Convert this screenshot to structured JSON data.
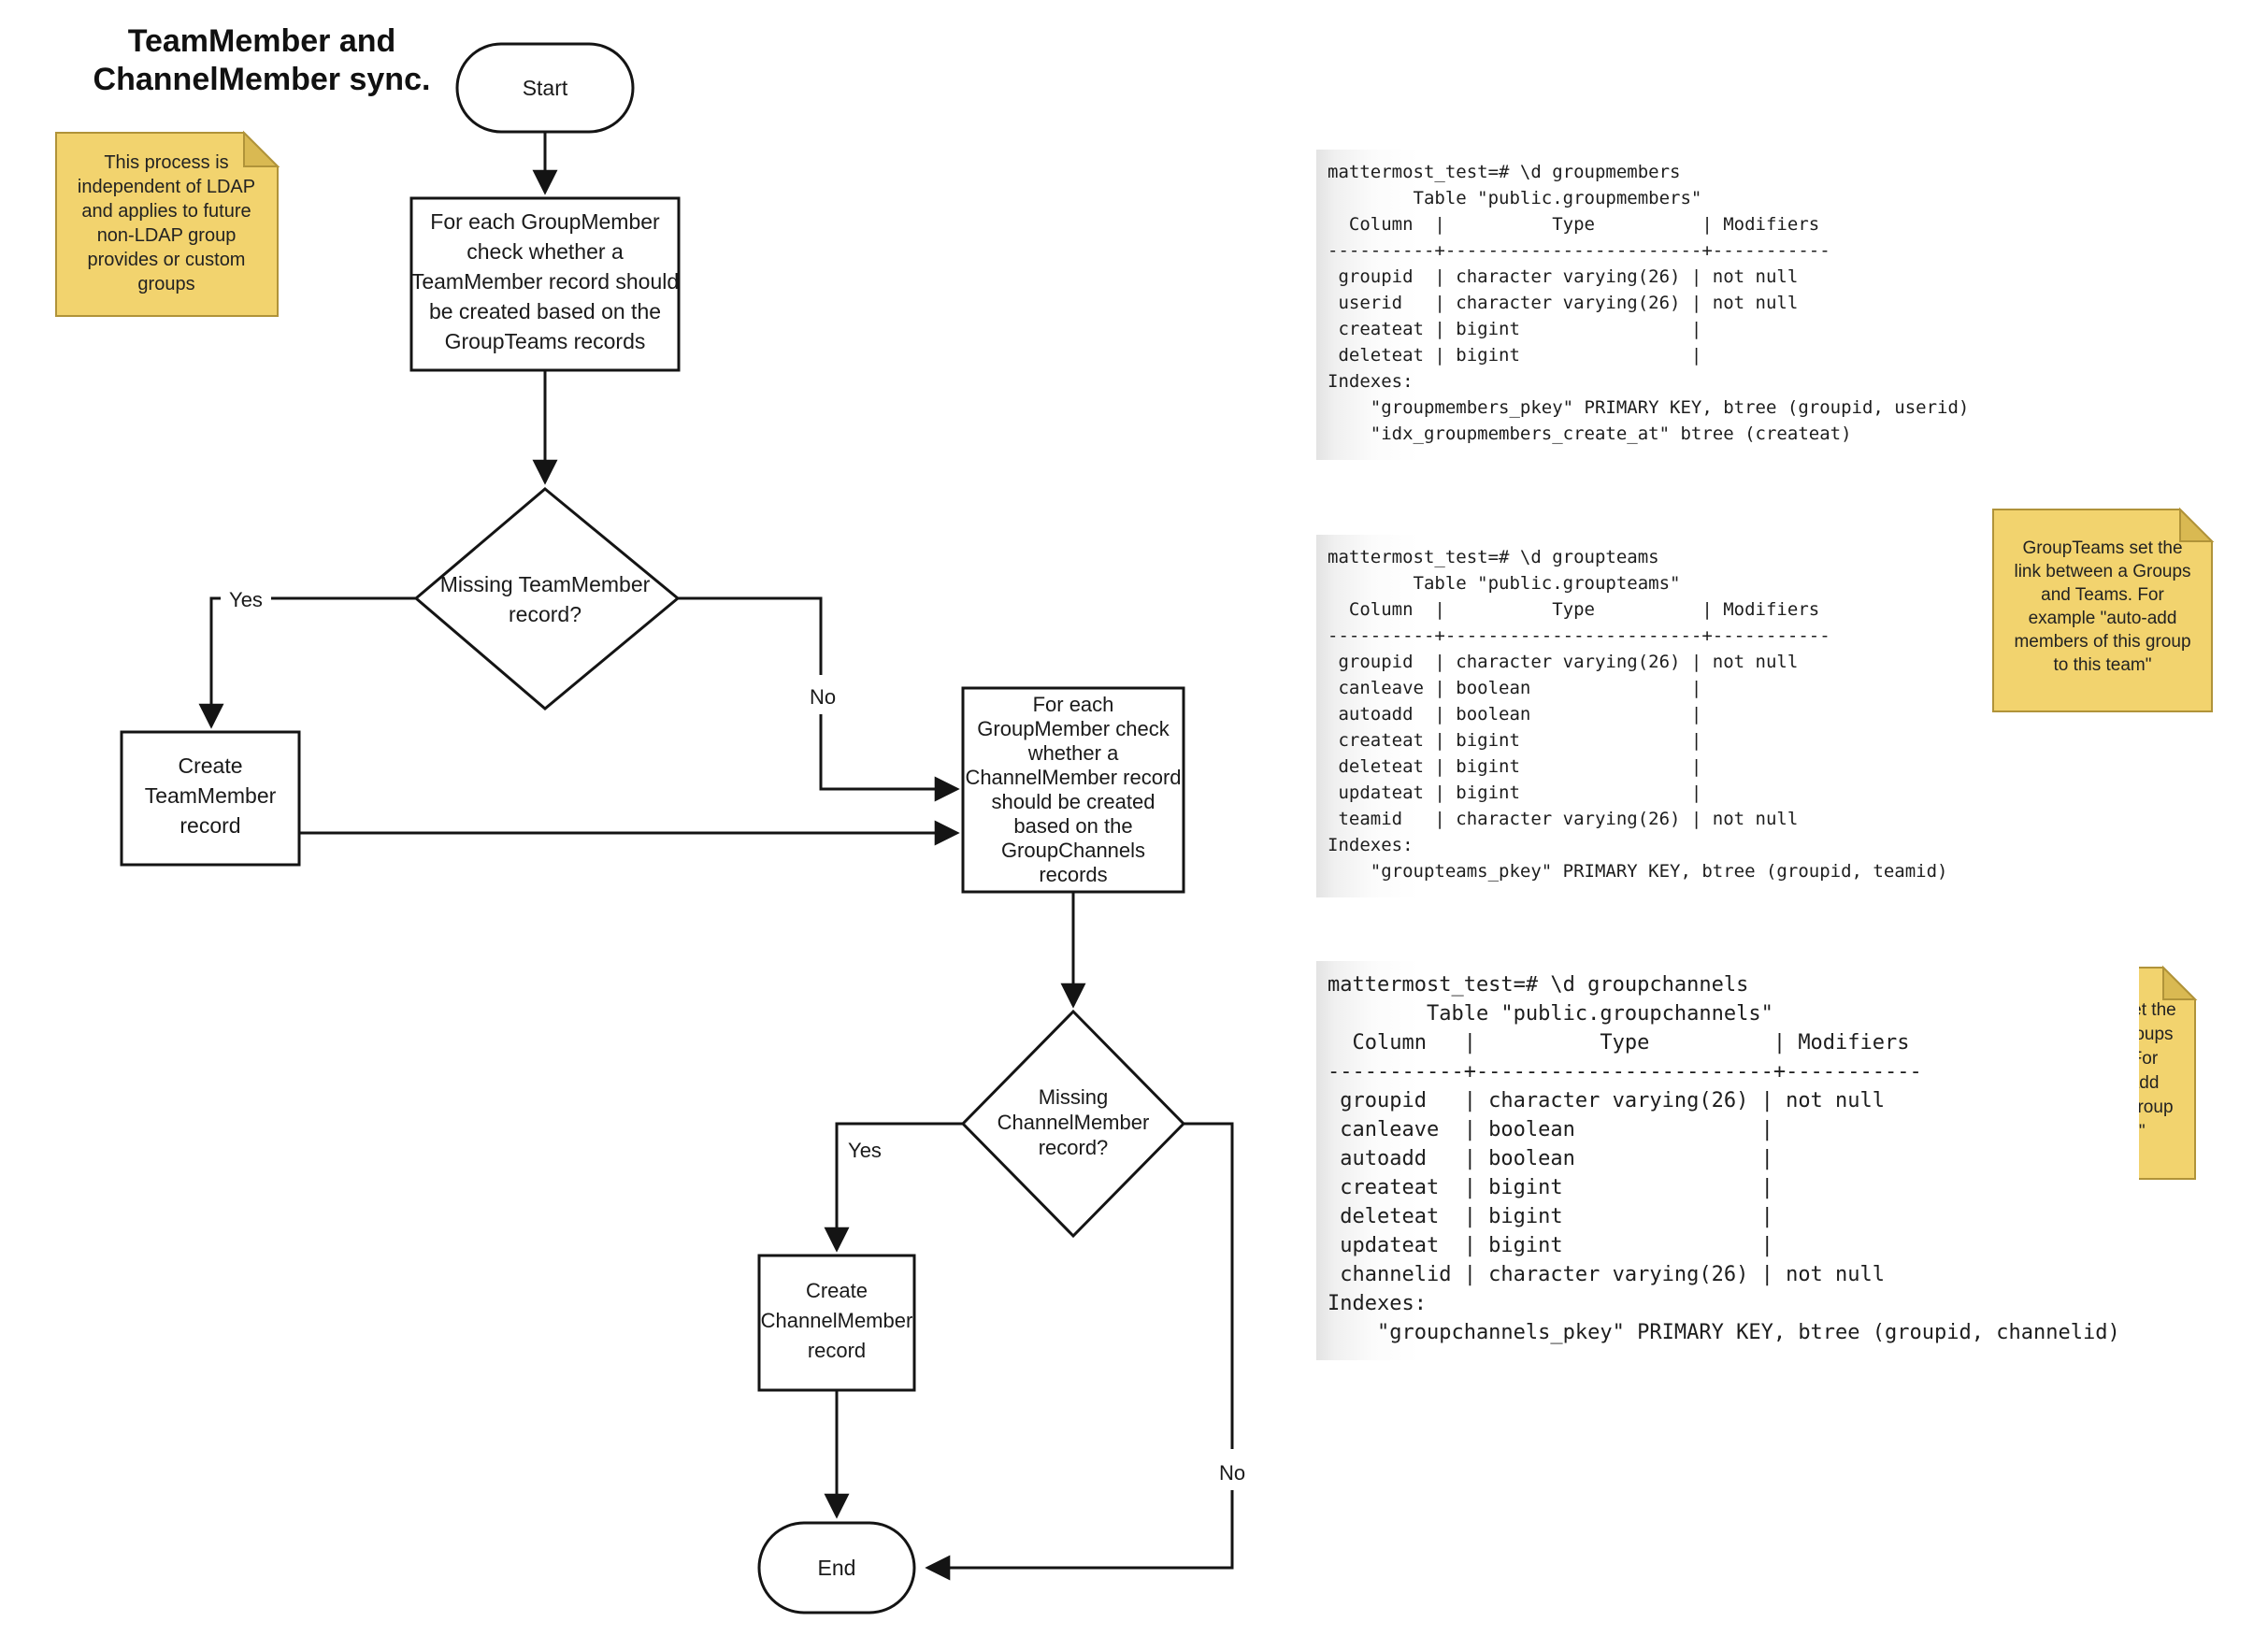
{
  "title": "TeamMember and\nChannelMember sync.",
  "flowchart": {
    "start_label": "Start",
    "end_label": "End",
    "check_teammember": {
      "lines": [
        "For each GroupMember",
        "check whether a",
        "TeamMember record should",
        "be created based on the",
        "GroupTeams records"
      ]
    },
    "decision_teammember": {
      "lines": [
        "Missing TeamMember",
        "record?"
      ]
    },
    "create_teammember": {
      "lines": [
        "Create",
        "TeamMember",
        "record"
      ]
    },
    "check_channelmember": {
      "lines": [
        "For each",
        "GroupMember check",
        "whether a",
        "ChannelMember record",
        "should be created",
        "based on the",
        "GroupChannels",
        "records"
      ]
    },
    "decision_channelmember": {
      "lines": [
        "Missing",
        "ChannelMember",
        "record?"
      ]
    },
    "create_channelmember": {
      "lines": [
        "Create",
        "ChannelMember",
        "record"
      ]
    },
    "labels": {
      "yes1": "Yes",
      "no1": "No",
      "yes2": "Yes",
      "no2": "No"
    }
  },
  "notes": {
    "note_ldap": {
      "lines": [
        "This process is",
        "independent of LDAP",
        "and applies to future",
        "non-LDAP group",
        "provides or custom",
        "groups"
      ]
    },
    "note_groupteams": {
      "lines": [
        "GroupTeams set the",
        "link between a Groups",
        "and Teams. For",
        "example \"auto-add",
        "members of this group",
        "to this team\""
      ]
    },
    "note_groupchannels": {
      "lines": [
        "GroupChannels set the",
        "link between a Groups",
        "and Channels. For",
        "example \"auto-add",
        "members of this group",
        "to this channel\""
      ]
    }
  },
  "terminal": {
    "groupmembers": {
      "lines": [
        "mattermost_test=# \\d groupmembers",
        "        Table \"public.groupmembers\"",
        "  Column  |          Type          | Modifiers",
        "----------+------------------------+-----------",
        " groupid  | character varying(26) | not null",
        " userid   | character varying(26) | not null",
        " createat | bigint                |",
        " deleteat | bigint                |",
        "Indexes:",
        "    \"groupmembers_pkey\" PRIMARY KEY, btree (groupid, userid)",
        "    \"idx_groupmembers_create_at\" btree (createat)"
      ]
    },
    "groupteams": {
      "lines": [
        "mattermost_test=# \\d groupteams",
        "        Table \"public.groupteams\"",
        "  Column  |          Type          | Modifiers",
        "----------+------------------------+-----------",
        " groupid  | character varying(26) | not null",
        " canleave | boolean               |",
        " autoadd  | boolean               |",
        " createat | bigint                |",
        " deleteat | bigint                |",
        " updateat | bigint                |",
        " teamid   | character varying(26) | not null",
        "Indexes:",
        "    \"groupteams_pkey\" PRIMARY KEY, btree (groupid, teamid)"
      ]
    },
    "groupchannels": {
      "lines": [
        "mattermost_test=# \\d groupchannels",
        "        Table \"public.groupchannels\"",
        "  Column   |          Type          | Modifiers",
        "-----------+------------------------+-----------",
        " groupid   | character varying(26) | not null",
        " canleave  | boolean               |",
        " autoadd   | boolean               |",
        " createat  | bigint                |",
        " deleteat  | bigint                |",
        " updateat  | bigint                |",
        " channelid | character varying(26) | not null",
        "Indexes:",
        "    \"groupchannels_pkey\" PRIMARY KEY, btree (groupid, channelid)"
      ]
    }
  },
  "colors": {
    "note_fill": "#F2D36E",
    "note_fold": "#D9B952",
    "note_border": "#B09339",
    "line": "#141414",
    "code_text": "#1D1D1D"
  }
}
